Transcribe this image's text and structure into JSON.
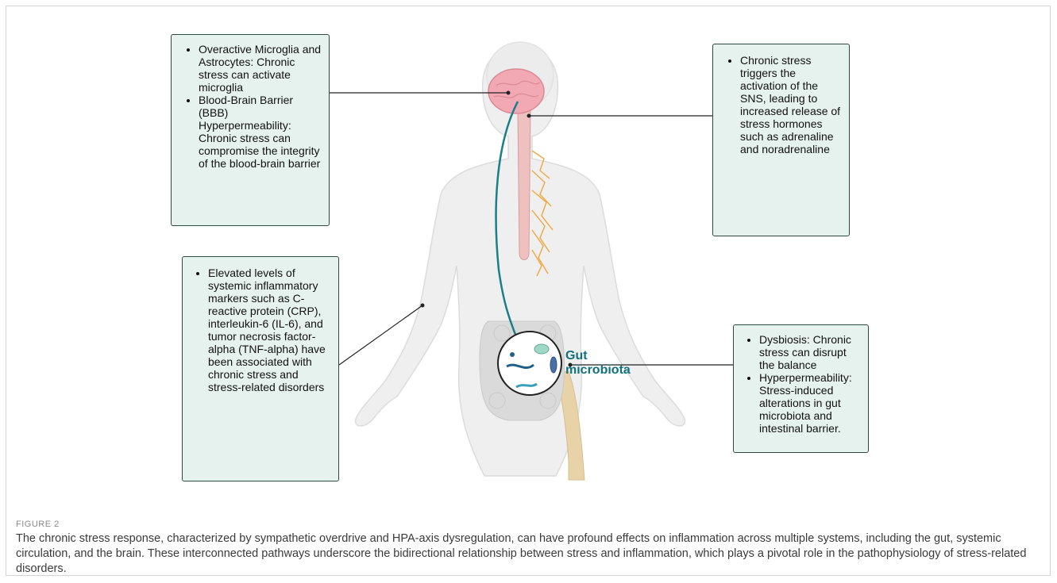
{
  "boxes": {
    "glia": {
      "items": [
        "Overactive Microglia and Astrocytes: Chronic stress can activate microglia",
        "Blood-Brain Barrier (BBB) Hyperpermeability: Chronic stress can compromise the integrity of the blood-brain barrier"
      ]
    },
    "sns": {
      "items": [
        "Chronic stress triggers the activation of the SNS, leading to increased release of stress hormones such as adrenaline and noradrenaline"
      ]
    },
    "markers": {
      "items": [
        "Elevated levels of systemic inflammatory markers such as C-reactive protein (CRP), interleukin-6 (IL-6), and tumor necrosis factor-alpha (TNF-alpha) have been associated with chronic stress and stress-related disorders"
      ]
    },
    "dysbiosis": {
      "items": [
        "Dysbiosis: Chronic stress can disrupt the balance",
        "Hyperpermeability: Stress-induced alterations in gut microbiota and intestinal barrier."
      ]
    }
  },
  "gut_label": {
    "line1": "Gut",
    "line2": "microbiota"
  },
  "colors": {
    "box_fill": "#e6f2ee",
    "box_border": "#2e4a44",
    "gut_label": "#13707e",
    "brain": "#f2a9b3",
    "spinal_cord": "#efc0c0",
    "nerves": "#f2a640",
    "vagus": "#1b7f8a"
  },
  "caption": {
    "label": "FIGURE 2",
    "text": "The chronic stress response, characterized by sympathetic overdrive and HPA-axis dysregulation, can have profound effects on inflammation across multiple systems, including the gut, systemic circulation, and the brain. These interconnected pathways underscore the bidirectional relationship between stress and inflammation, which plays a pivotal role in the pathophysiology of stress-related disorders."
  }
}
